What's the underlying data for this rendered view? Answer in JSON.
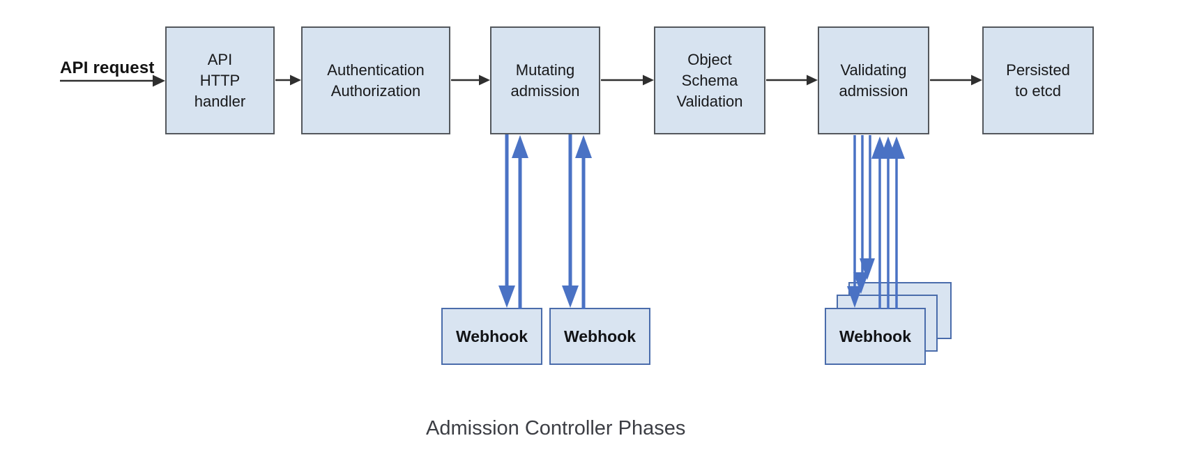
{
  "diagram": {
    "caption": "Admission Controller Phases",
    "input_label": "API request",
    "phases": [
      {
        "id": "api-http-handler",
        "label": "API\nHTTP\nhandler"
      },
      {
        "id": "authentication-authorization",
        "label": "Authentication\nAuthorization"
      },
      {
        "id": "mutating-admission",
        "label": "Mutating\nadmission"
      },
      {
        "id": "object-schema-validation",
        "label": "Object\nSchema\nValidation"
      },
      {
        "id": "validating-admission",
        "label": "Validating\nadmission"
      },
      {
        "id": "persisted-to-etcd",
        "label": "Persisted\nto etcd"
      }
    ],
    "mutating_webhooks": [
      {
        "label": "Webhook"
      },
      {
        "label": "Webhook"
      }
    ],
    "validating_webhooks": [
      {
        "label": "Webhook"
      },
      {
        "label": "Webhook"
      },
      {
        "label": "Webhook"
      }
    ]
  },
  "colors": {
    "box-fill": "#d7e3f0",
    "box-border": "#53575c",
    "webhook-fill": "#d9e4f1",
    "webhook-border": "#4a6cab",
    "arrow-black": "#2f2f2f",
    "arrow-blue": "#4a72c4",
    "text-color": "#17181a",
    "caption-color": "#3c3e44"
  }
}
